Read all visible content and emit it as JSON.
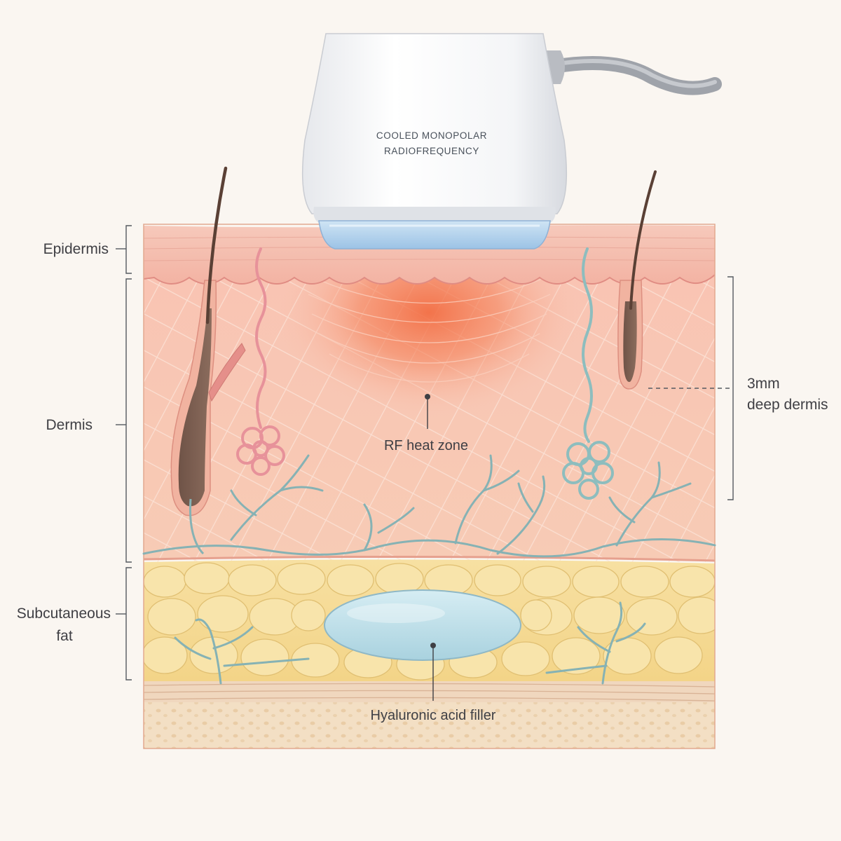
{
  "device": {
    "line1": "COOLED MONOPOLAR",
    "line2": "RADIOFREQUENCY"
  },
  "layers": {
    "epidermis": "Epidermis",
    "dermis": "Dermis",
    "subcutaneous_line1": "Subcutaneous",
    "subcutaneous_line2": "fat"
  },
  "callouts": {
    "heat_zone": "RF heat zone",
    "depth_line1": "3mm",
    "depth_line2": "deep dermis",
    "filler": "Hyaluronic acid filler"
  },
  "colors": {
    "background": "#faf6f1",
    "epidermis": "#f5bfae",
    "dermis": "#f8c6b4",
    "heat": "#f26a3f",
    "fat": "#f5d98a",
    "filler": "#bfe0ea",
    "vessel": "#86b2b4",
    "gland_pink": "#e7929a",
    "gland_teal": "#8dbdbe",
    "hair": "#5a4035",
    "label_text": "#3f3f44"
  }
}
